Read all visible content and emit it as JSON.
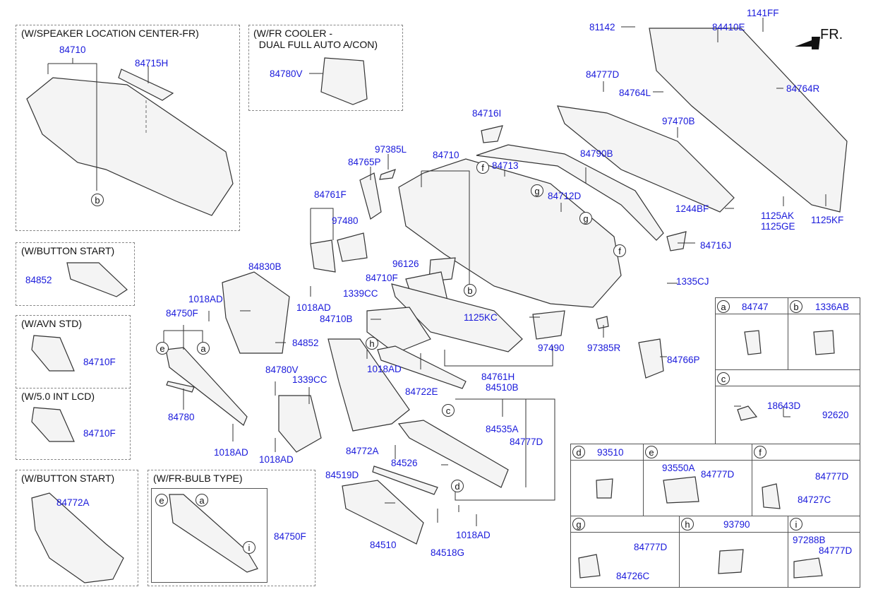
{
  "orientation": {
    "label": "FR.",
    "icon": "front-arrow-icon"
  },
  "option_boxes": [
    {
      "id": "speaker",
      "caption": "(W/SPEAKER LOCATION CENTER-FR)",
      "parts": [
        "84710",
        "84715H"
      ],
      "callouts": [
        "b"
      ]
    },
    {
      "id": "fr-cooler",
      "caption": "(W/FR COOLER -\n  DUAL FULL AUTO A/CON)",
      "parts": [
        "84780V"
      ]
    },
    {
      "id": "button-start-1",
      "caption": "(W/BUTTON START)",
      "parts": [
        "84852"
      ]
    },
    {
      "id": "avn-std",
      "caption": "(W/AVN STD)",
      "parts": [
        "84710F"
      ]
    },
    {
      "id": "int-lcd",
      "caption": "(W/5.0 INT LCD)",
      "parts": [
        "84710F"
      ]
    },
    {
      "id": "button-start-2",
      "caption": "(W/BUTTON START)",
      "parts": [
        "84772A"
      ]
    },
    {
      "id": "fr-bulb",
      "caption": "(W/FR-BULB TYPE)",
      "parts": [
        "84750F"
      ],
      "callouts": [
        "e",
        "a",
        "i"
      ]
    }
  ],
  "main_labels": {
    "p81142": "81142",
    "p1141FF": "1141FF",
    "p84410E": "84410E",
    "p84777D_top": "84777D",
    "p84764L": "84764L",
    "p84764R": "84764R",
    "p97470B": "97470B",
    "p84716I": "84716I",
    "p97385L": "97385L",
    "p84710": "84710",
    "p84713": "84713",
    "p84790B": "84790B",
    "p84765P": "84765P",
    "p84712D": "84712D",
    "p84761F": "84761F",
    "p97480": "97480",
    "p1244BF": "1244BF",
    "p1125AK": "1125AK",
    "p1125GE": "1125GE",
    "p1125KF": "1125KF",
    "p84716J": "84716J",
    "p84830B": "84830B",
    "p96126": "96126",
    "p1339CC_a": "1339CC",
    "p84710F": "84710F",
    "p1018AD_a": "1018AD",
    "p1335CJ": "1335CJ",
    "p1018AD_b": "1018AD",
    "p84750F": "84750F",
    "p84710B": "84710B",
    "p1125KC": "1125KC",
    "p84852": "84852",
    "p97490": "97490",
    "p97385R": "97385R",
    "p84766P": "84766P",
    "p1018AD_c": "1018AD",
    "p84761H": "84761H",
    "p84510B": "84510B",
    "p84722E": "84722E",
    "p84780V": "84780V",
    "p1339CC_b": "1339CC",
    "p84780": "84780",
    "p84535A": "84535A",
    "p84777D_mid": "84777D",
    "p84772A": "84772A",
    "p1018AD_d": "1018AD",
    "p1018AD_e": "1018AD",
    "p84526": "84526",
    "p84519D": "84519D",
    "p84510": "84510",
    "p84518G": "84518G",
    "p1018AD_f": "1018AD"
  },
  "callouts": {
    "a": "a",
    "b": "b",
    "c": "c",
    "d": "d",
    "e": "e",
    "f": "f",
    "g": "g",
    "h": "h",
    "i": "i"
  },
  "detail_table": [
    {
      "key": "a",
      "part": "84747",
      "sub": []
    },
    {
      "key": "b",
      "part": "1336AB",
      "sub": []
    },
    {
      "key": "c",
      "part": "",
      "sub": [
        "18643D",
        "92620"
      ]
    },
    {
      "key": "d",
      "part": "93510",
      "sub": []
    },
    {
      "key": "e",
      "part": "",
      "sub": [
        "93550A",
        "84777D"
      ]
    },
    {
      "key": "f",
      "part": "",
      "sub": [
        "84777D",
        "84727C"
      ]
    },
    {
      "key": "g",
      "part": "",
      "sub": [
        "84777D",
        "84726C"
      ]
    },
    {
      "key": "h",
      "part": "93790",
      "sub": []
    },
    {
      "key": "i",
      "part": "",
      "sub": [
        "97288B",
        "84777D"
      ]
    }
  ]
}
